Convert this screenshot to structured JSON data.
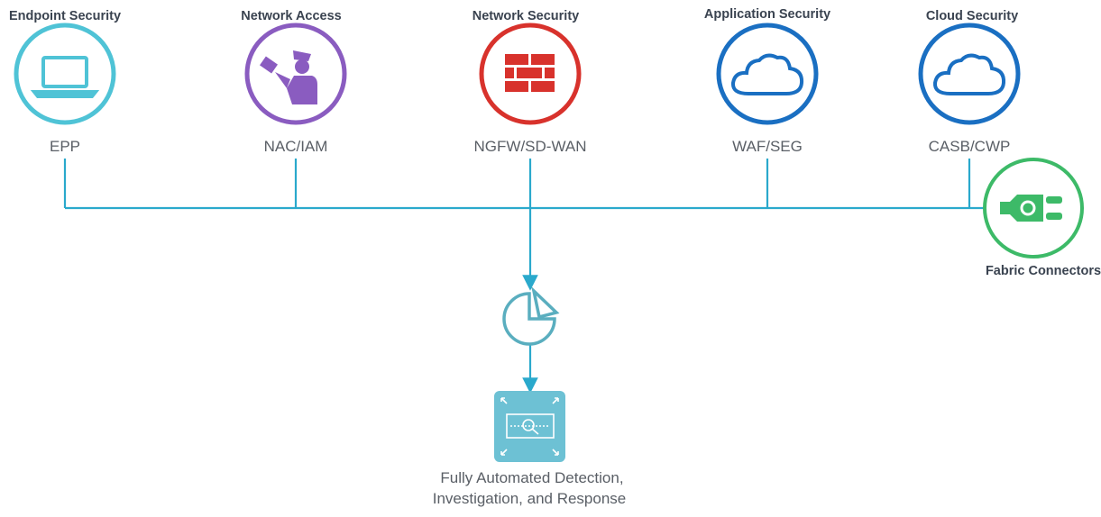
{
  "nodes": [
    {
      "title": "Endpoint Security",
      "label": "EPP",
      "color": "#4fc3d6",
      "icon": "laptop-icon"
    },
    {
      "title": "Network Access",
      "label": "NAC/IAM",
      "color": "#8a5cc0",
      "icon": "guard-icon"
    },
    {
      "title": "Network Security",
      "label": "NGFW/SD-WAN",
      "color": "#d8322c",
      "icon": "firewall-icon"
    },
    {
      "title": "Application  Security",
      "label": "WAF/SEG",
      "color": "#1a6fc2",
      "icon": "cloud-icon"
    },
    {
      "title": "Cloud Security",
      "label": "CASB/CWP",
      "color": "#1a6fc2",
      "icon": "cloud-icon"
    }
  ],
  "fabric": {
    "title": "Fabric Connectors",
    "color": "#3dba68",
    "icon": "plug-gear-icon"
  },
  "connector_color": "#2aa9cc",
  "analytics": {
    "color": "#5aaebf",
    "icon": "pie-chart-icon"
  },
  "response": {
    "line1": "Fully Automated Detection,",
    "line2": "Investigation, and Response",
    "color": "#6dc1d4",
    "icon": "automated-response-icon"
  }
}
